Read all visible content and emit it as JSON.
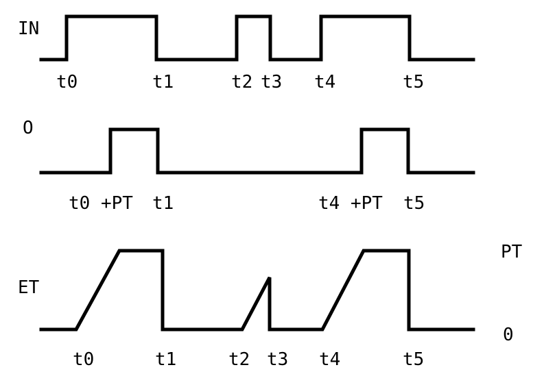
{
  "signals": {
    "in": {
      "label": "IN"
    },
    "out": {
      "label": "O"
    },
    "et": {
      "label": "ET"
    }
  },
  "et_axis": {
    "top_label": "PT",
    "bottom_label": "0"
  },
  "timing": {
    "in_labels": [
      "t0",
      "t1",
      "t2",
      "t3",
      "t4",
      "t5"
    ],
    "out_labels": [
      "t0 +PT",
      "t1",
      "t4 +PT",
      "t5"
    ],
    "et_labels": [
      "t0",
      "t1",
      "t2",
      "t3",
      "t4",
      "t5"
    ]
  }
}
